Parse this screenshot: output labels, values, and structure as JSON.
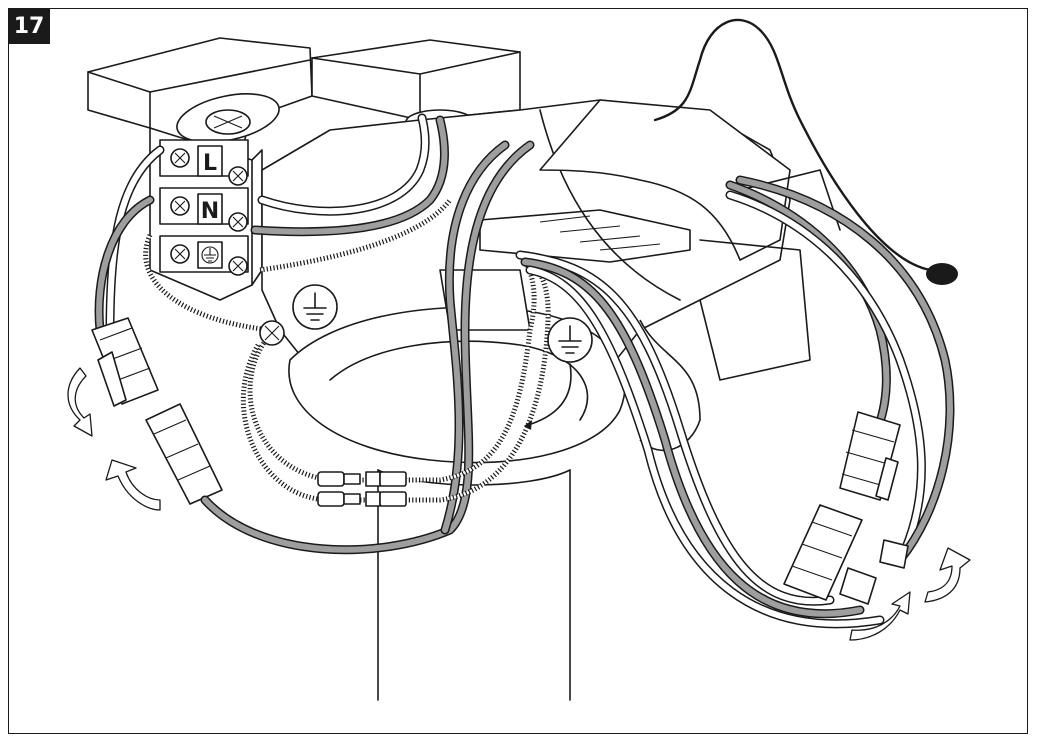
{
  "figure": {
    "step_number": "17",
    "terminal_labels": {
      "live": "L",
      "neutral": "N"
    },
    "icons": [
      "earth-ground-symbol",
      "screw-icon",
      "curved-arrow-icon"
    ]
  }
}
